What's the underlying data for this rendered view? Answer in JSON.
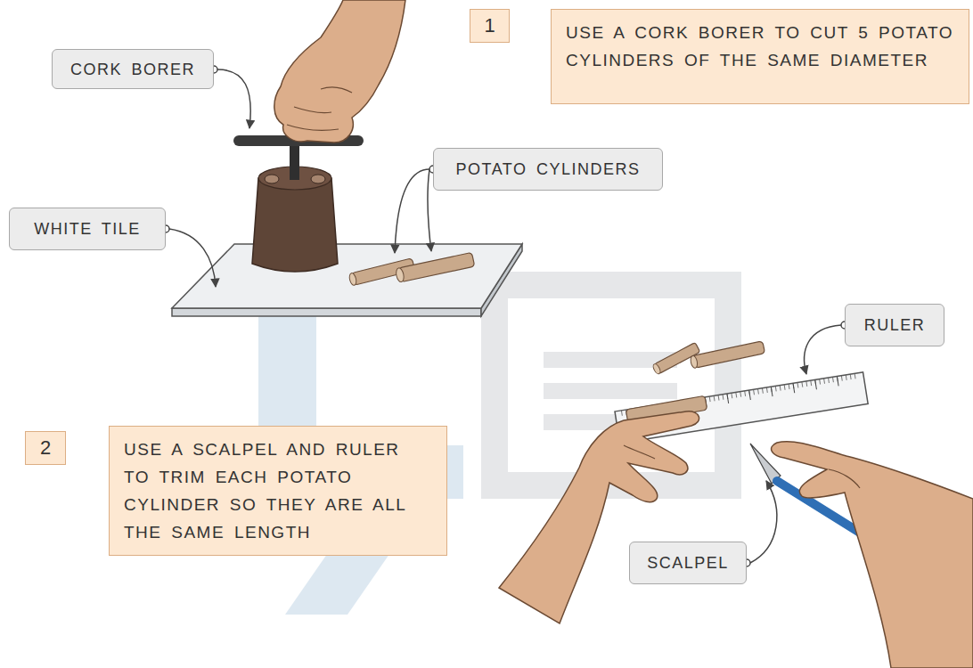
{
  "diagram": {
    "nodes": [
      {
        "text": [
          "1"
        ]
      },
      {
        "text": [
          "USE A CORK BORER TO CUT 5 POTATO CYLINDERS OF THE SAME DIAMETER"
        ]
      },
      {
        "text": [
          "CORK BORER"
        ]
      },
      {
        "text": [
          "POTATO CYLINDERS"
        ]
      },
      {
        "text": [
          "WHITE TILE"
        ]
      },
      {
        "text": [
          "RULER"
        ]
      },
      {
        "text": [
          "2"
        ]
      },
      {
        "text": [
          "USE A SCALPEL AND RULER TO TRIM EACH POTATO CYLINDER SO THEY ARE ALL THE SAME LENGTH"
        ]
      },
      {
        "text": [
          "SCALPEL"
        ]
      }
    ]
  }
}
